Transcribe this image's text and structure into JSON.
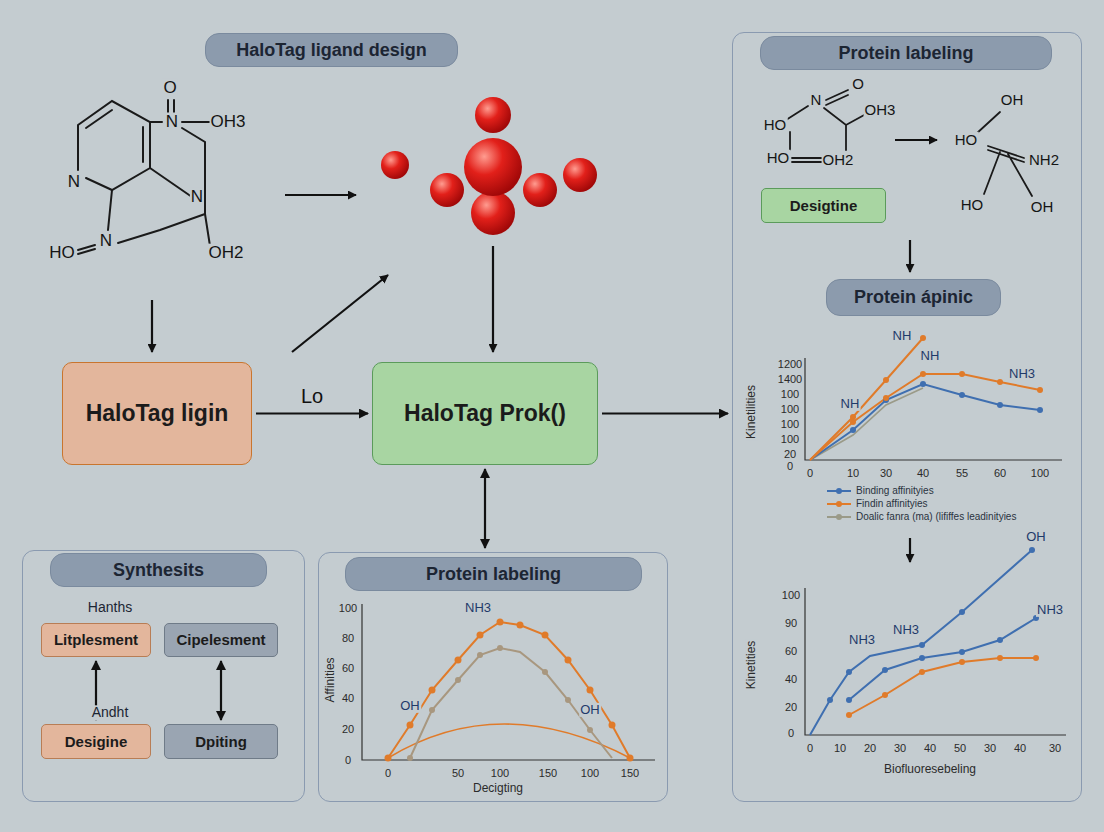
{
  "diagram": {
    "nodes": [
      {
        "text": [
          "HaloTag ligand design"
        ]
      },
      {
        "text": [
          "HaloTag ligin"
        ]
      },
      {
        "text": [
          "HaloTag Prok()"
        ]
      },
      {
        "text": [
          "Synthesits"
        ]
      },
      {
        "text": [
          "Litplesment"
        ],
        "in": 3
      },
      {
        "text": [
          "Cipelesment"
        ],
        "in": 3
      },
      {
        "text": [
          "Desigine"
        ],
        "in": 3
      },
      {
        "text": [
          "Dpiting"
        ],
        "in": 3
      },
      {
        "text": [
          "Protein labeling"
        ]
      },
      {
        "text": [
          "Protein labeling"
        ]
      },
      {
        "text": [
          "Desigtine"
        ],
        "in": 9
      },
      {
        "text": [
          "Protein ápinic"
        ],
        "in": 9
      }
    ],
    "edges": [
      {
        "from": 1,
        "to": 2,
        "arrow": "to",
        "label": "Lo"
      },
      {
        "from": 2,
        "to": 9,
        "arrow": "to"
      },
      {
        "from": 2,
        "to": 8,
        "arrow": "both"
      },
      {
        "from": 4,
        "to": 6,
        "arrow": "both"
      },
      {
        "from": 5,
        "to": 7,
        "arrow": "both"
      }
    ],
    "labels": [
      "O",
      "N",
      "OH3",
      "N",
      "N",
      "HO",
      "N",
      "OH2",
      "Hanths",
      "Andht",
      "100",
      "80",
      "60",
      "40",
      "20",
      "0",
      "0",
      "50",
      "100",
      "150",
      "100",
      "150",
      "NH3",
      "OH",
      "OH",
      "Affinities",
      "Decigting",
      "O",
      "N",
      "OH3",
      "HO",
      "HO",
      "OH2",
      "OH",
      "HO",
      "NH2",
      "HO",
      "OH",
      "1200",
      "1400",
      "100",
      "100",
      "100",
      "100",
      "20",
      "0",
      "0",
      "10",
      "30",
      "40",
      "55",
      "60",
      "100",
      "NH",
      "NH",
      "NH",
      "NH3",
      "Kinetilities",
      "100",
      "90",
      "60",
      "40",
      "20",
      "0",
      "0",
      "10",
      "20",
      "30",
      "40",
      "50",
      "30",
      "40",
      "30",
      "NH3",
      "NH3",
      "NH3",
      "OH",
      "Kinetities",
      "Biofluoresebeling"
    ],
    "legend": [
      {
        "text": "Binding affinityies"
      },
      {
        "text": "Findin affinityies"
      },
      {
        "text": "Doalic fanra (ma) (lififfes leadinityies"
      }
    ]
  }
}
